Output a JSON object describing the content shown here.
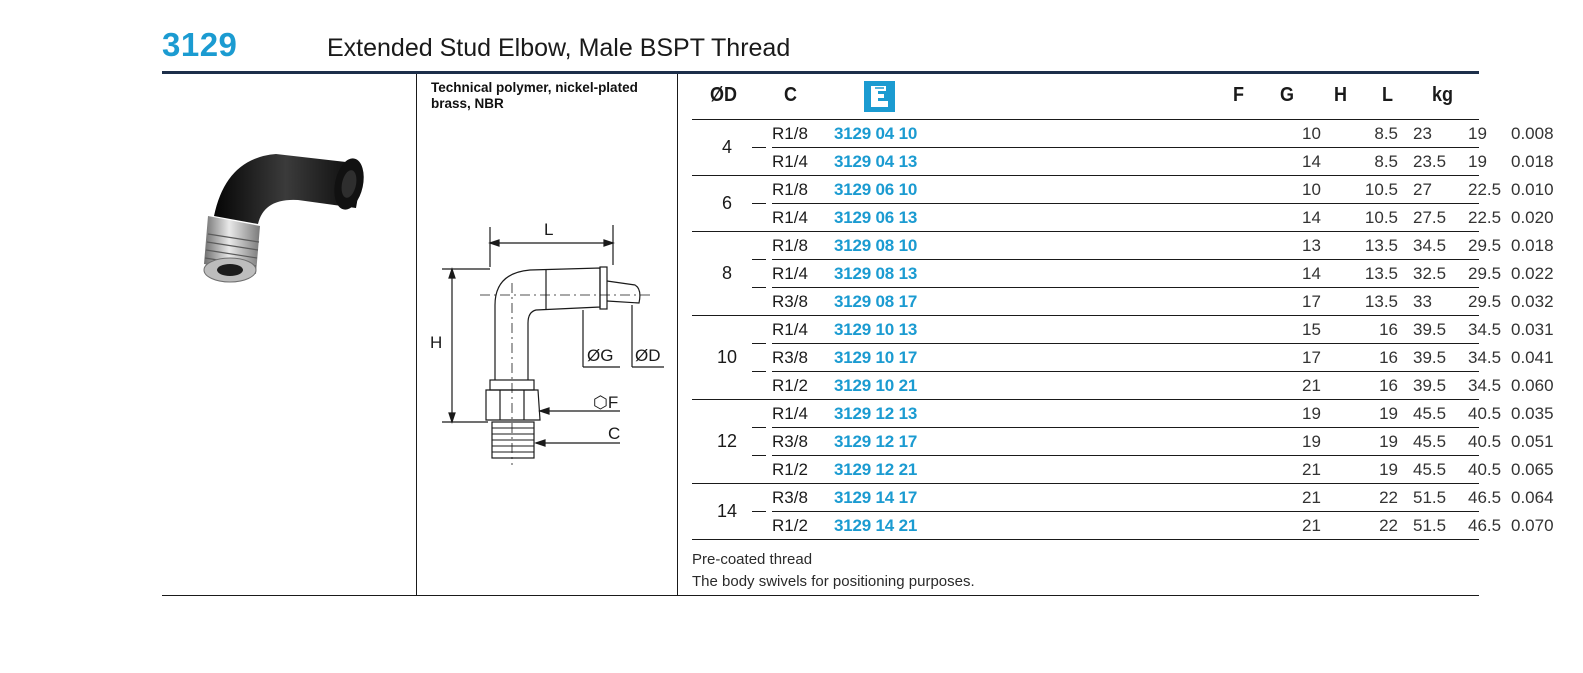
{
  "header": {
    "code": "3129",
    "title": "Extended Stud Elbow, Male BSPT Thread"
  },
  "material": "Technical polymer, nickel-plated brass, NBR",
  "drawing_labels": {
    "L": "L",
    "H": "H",
    "G": "ØG",
    "D": "ØD",
    "F": "⬡F",
    "C": "C"
  },
  "table": {
    "headers": {
      "od": "ØD",
      "c": "C",
      "f": "F",
      "g": "G",
      "h": "H",
      "l": "L",
      "kg": "kg"
    },
    "groups": [
      {
        "od": "4",
        "rows": [
          {
            "c": "R1/8",
            "code": "3129 04 10",
            "f": "10",
            "g": "8.5",
            "h": "23",
            "l": "19",
            "kg": "0.008"
          },
          {
            "c": "R1/4",
            "code": "3129 04 13",
            "f": "14",
            "g": "8.5",
            "h": "23.5",
            "l": "19",
            "kg": "0.018"
          }
        ]
      },
      {
        "od": "6",
        "rows": [
          {
            "c": "R1/8",
            "code": "3129 06 10",
            "f": "10",
            "g": "10.5",
            "h": "27",
            "l": "22.5",
            "kg": "0.010"
          },
          {
            "c": "R1/4",
            "code": "3129 06 13",
            "f": "14",
            "g": "10.5",
            "h": "27.5",
            "l": "22.5",
            "kg": "0.020"
          }
        ]
      },
      {
        "od": "8",
        "rows": [
          {
            "c": "R1/8",
            "code": "3129 08 10",
            "f": "13",
            "g": "13.5",
            "h": "34.5",
            "l": "29.5",
            "kg": "0.018"
          },
          {
            "c": "R1/4",
            "code": "3129 08 13",
            "f": "14",
            "g": "13.5",
            "h": "32.5",
            "l": "29.5",
            "kg": "0.022"
          },
          {
            "c": "R3/8",
            "code": "3129 08 17",
            "f": "17",
            "g": "13.5",
            "h": "33",
            "l": "29.5",
            "kg": "0.032"
          }
        ]
      },
      {
        "od": "10",
        "rows": [
          {
            "c": "R1/4",
            "code": "3129 10 13",
            "f": "15",
            "g": "16",
            "h": "39.5",
            "l": "34.5",
            "kg": "0.031"
          },
          {
            "c": "R3/8",
            "code": "3129 10 17",
            "f": "17",
            "g": "16",
            "h": "39.5",
            "l": "34.5",
            "kg": "0.041"
          },
          {
            "c": "R1/2",
            "code": "3129 10 21",
            "f": "21",
            "g": "16",
            "h": "39.5",
            "l": "34.5",
            "kg": "0.060"
          }
        ]
      },
      {
        "od": "12",
        "rows": [
          {
            "c": "R1/4",
            "code": "3129 12 13",
            "f": "19",
            "g": "19",
            "h": "45.5",
            "l": "40.5",
            "kg": "0.035"
          },
          {
            "c": "R3/8",
            "code": "3129 12 17",
            "f": "19",
            "g": "19",
            "h": "45.5",
            "l": "40.5",
            "kg": "0.051"
          },
          {
            "c": "R1/2",
            "code": "3129 12 21",
            "f": "21",
            "g": "19",
            "h": "45.5",
            "l": "40.5",
            "kg": "0.065"
          }
        ]
      },
      {
        "od": "14",
        "rows": [
          {
            "c": "R3/8",
            "code": "3129 14 17",
            "f": "21",
            "g": "22",
            "h": "51.5",
            "l": "46.5",
            "kg": "0.064"
          },
          {
            "c": "R1/2",
            "code": "3129 14 21",
            "f": "21",
            "g": "22",
            "h": "51.5",
            "l": "46.5",
            "kg": "0.070"
          }
        ]
      }
    ]
  },
  "notes": [
    "Pre-coated thread",
    "The body swivels for positioning purposes."
  ],
  "colors": {
    "accent": "#1b9bd1",
    "rule": "#1d2f4a"
  },
  "icons": {
    "header_icon": "push-in-fitting-icon"
  }
}
